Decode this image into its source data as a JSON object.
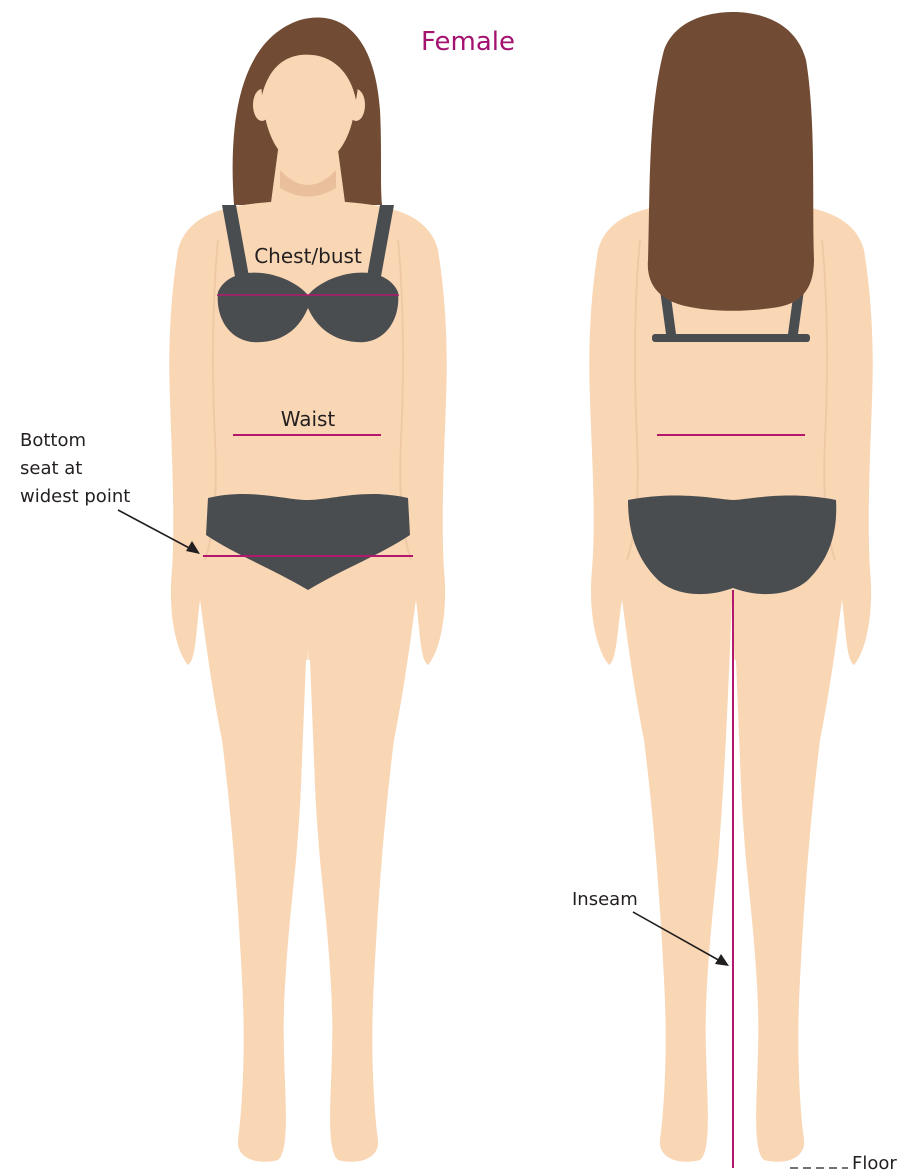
{
  "title": "Female",
  "labels": {
    "chest": "Chest/bust",
    "waist": "Waist",
    "hip_line1": "Bottom",
    "hip_line2": "seat at",
    "hip_line3": "widest point",
    "inseam": "Inseam",
    "floor": "Floor"
  },
  "colors": {
    "skin": "#f9d7b5",
    "skin_shadow": "#e9c09b",
    "hair": "#714b33",
    "underwear": "#4a4d50",
    "measure": "#b2186e",
    "title": "#a3126e",
    "text": "#231f20"
  }
}
